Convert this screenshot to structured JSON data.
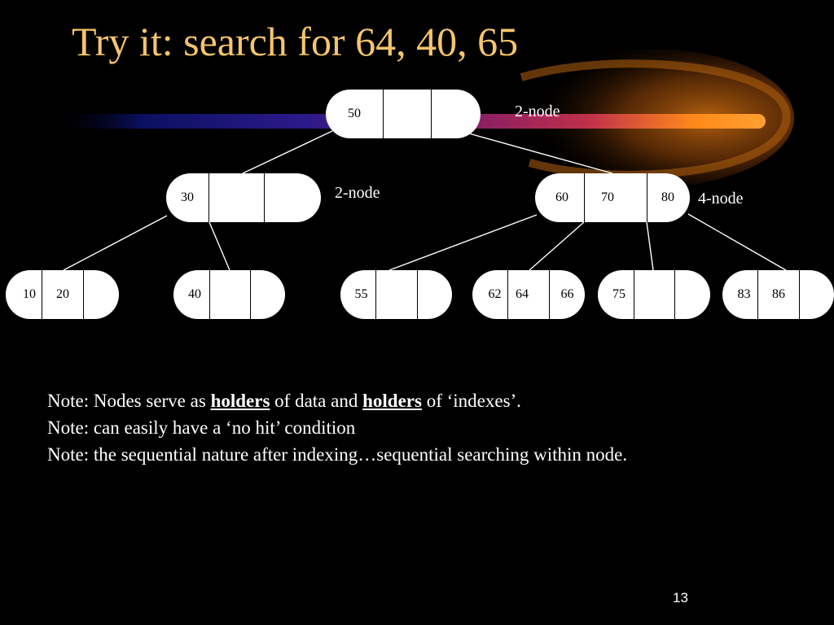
{
  "title": "Try it:  search for 64, 40, 65",
  "tree": {
    "root": {
      "keys": [
        "50",
        "",
        ""
      ],
      "label": "2-node"
    },
    "level1": [
      {
        "keys": [
          "30",
          "",
          ""
        ],
        "label": "2-node"
      },
      {
        "keys": [
          "60",
          "70",
          "80"
        ],
        "label": "4-node"
      }
    ],
    "leaves": [
      {
        "keys": [
          "10",
          "20",
          ""
        ]
      },
      {
        "keys": [
          "40",
          "",
          ""
        ]
      },
      {
        "keys": [
          "55",
          "",
          ""
        ]
      },
      {
        "keys": [
          "62",
          "64",
          "66"
        ]
      },
      {
        "keys": [
          "75",
          "",
          ""
        ]
      },
      {
        "keys": [
          "83",
          "86",
          ""
        ]
      }
    ]
  },
  "notes": [
    {
      "prefix": "Note:  Nodes serve as ",
      "hl1": "holders",
      "mid": " of data and ",
      "hl2": "holders",
      "suffix": " of ‘indexes’."
    },
    {
      "text": "Note:  can easily have a ‘no hit’ condition"
    },
    {
      "text": "Note:  the sequential nature after indexing…sequential searching within node."
    }
  ],
  "page_number": "13",
  "colors": {
    "title": "#f6c56b",
    "background": "#000000",
    "node_fill": "#ffffff"
  }
}
